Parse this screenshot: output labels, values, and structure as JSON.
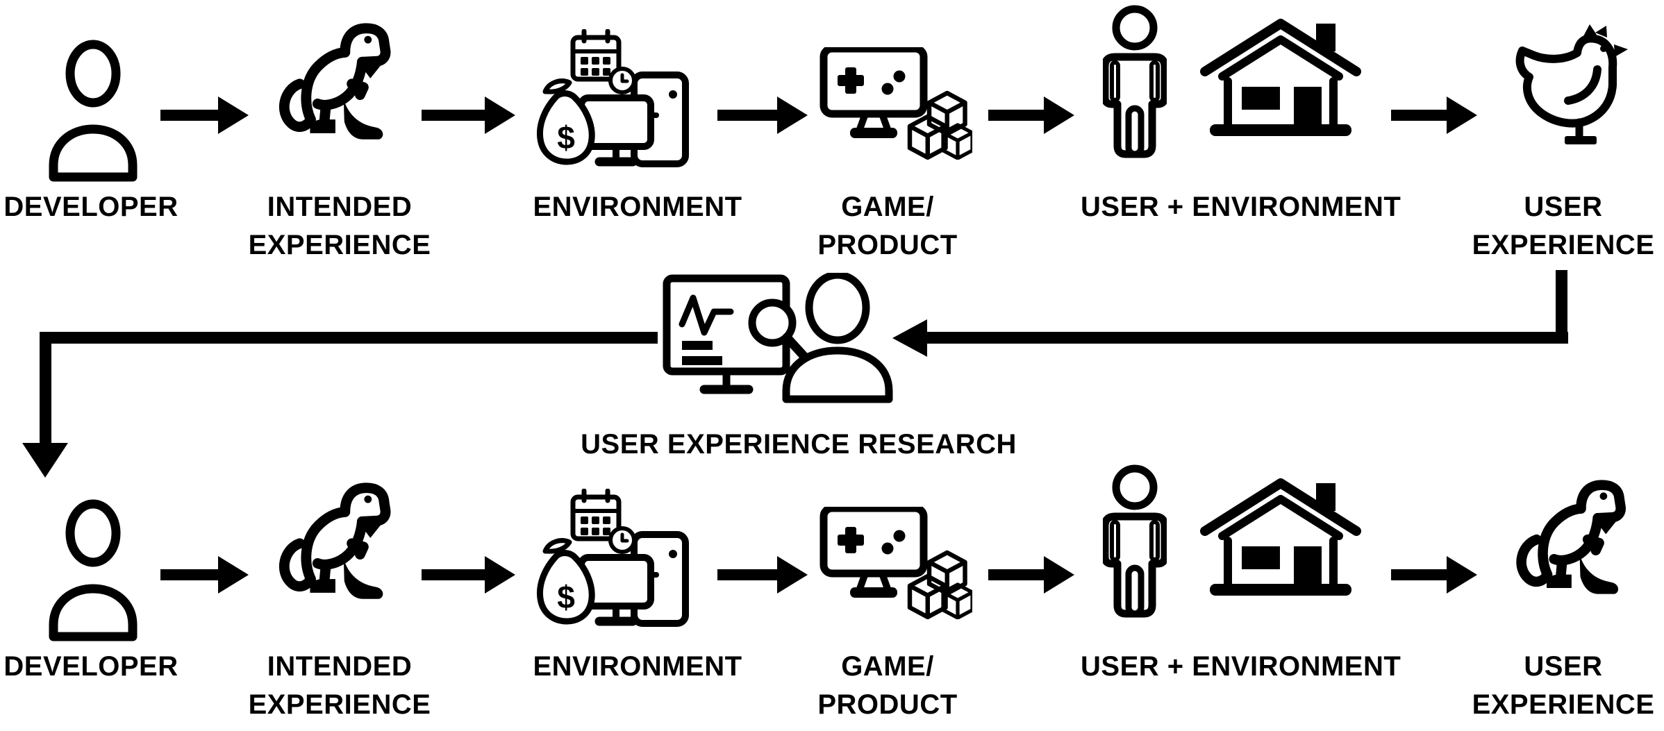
{
  "colors": {
    "background": "#ffffff",
    "ink": "#000000"
  },
  "icons": {
    "dollar": "$"
  },
  "flow_top": {
    "stages": [
      {
        "name": "developer",
        "label1": "DEVELOPER",
        "label2": "",
        "icon": "person"
      },
      {
        "name": "intended-experience",
        "label1": "INTENDED",
        "label2": "EXPERIENCE",
        "icon": "trex-dinosaur"
      },
      {
        "name": "environment",
        "label1": "ENVIRONMENT",
        "label2": "",
        "icon": "money-calendar-computer"
      },
      {
        "name": "game-product",
        "label1": "GAME/",
        "label2": "PRODUCT",
        "icon": "game-monitor-cubes"
      },
      {
        "name": "user-environment",
        "label1": "USER + ENVIRONMENT",
        "label2": "",
        "icon": "person-and-house"
      },
      {
        "name": "user-experience",
        "label1": "USER",
        "label2": "EXPERIENCE",
        "icon": "chicken"
      }
    ]
  },
  "research": {
    "label": "USER EXPERIENCE RESEARCH",
    "icon": "monitor-magnifier-researcher"
  },
  "flow_bottom": {
    "stages": [
      {
        "name": "developer",
        "label1": "DEVELOPER",
        "label2": "",
        "icon": "person"
      },
      {
        "name": "intended-experience",
        "label1": "INTENDED",
        "label2": "EXPERIENCE",
        "icon": "trex-dinosaur"
      },
      {
        "name": "environment",
        "label1": "ENVIRONMENT",
        "label2": "",
        "icon": "money-calendar-computer"
      },
      {
        "name": "game-product",
        "label1": "GAME/",
        "label2": "PRODUCT",
        "icon": "game-monitor-cubes"
      },
      {
        "name": "user-environment",
        "label1": "USER + ENVIRONMENT",
        "label2": "",
        "icon": "person-and-house"
      },
      {
        "name": "user-experience",
        "label1": "USER",
        "label2": "EXPERIENCE",
        "icon": "trex-dinosaur"
      }
    ]
  }
}
